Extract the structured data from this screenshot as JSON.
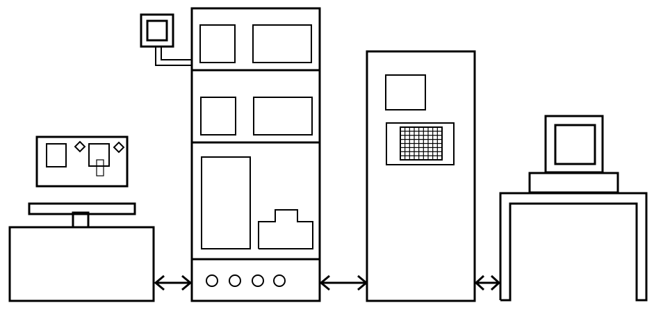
{
  "colors": {
    "stroke": "#000000",
    "background": "#ffffff"
  },
  "diagram": {
    "kind": "equipment-connection-line-drawing",
    "components": [
      {
        "id": "control-console",
        "icon": "control-panel-icon"
      },
      {
        "id": "equipment-cabinet",
        "icon": "server-rack-icon"
      },
      {
        "id": "control-cabinet",
        "icon": "grid-display-cabinet-icon"
      },
      {
        "id": "computer-workstation",
        "icon": "monitor-on-desk-icon"
      }
    ],
    "connections": [
      {
        "from": "control-console",
        "to": "equipment-cabinet",
        "type": "bidirectional"
      },
      {
        "from": "equipment-cabinet",
        "to": "control-cabinet",
        "type": "bidirectional"
      },
      {
        "from": "control-cabinet",
        "to": "computer-workstation",
        "type": "bidirectional"
      }
    ]
  }
}
